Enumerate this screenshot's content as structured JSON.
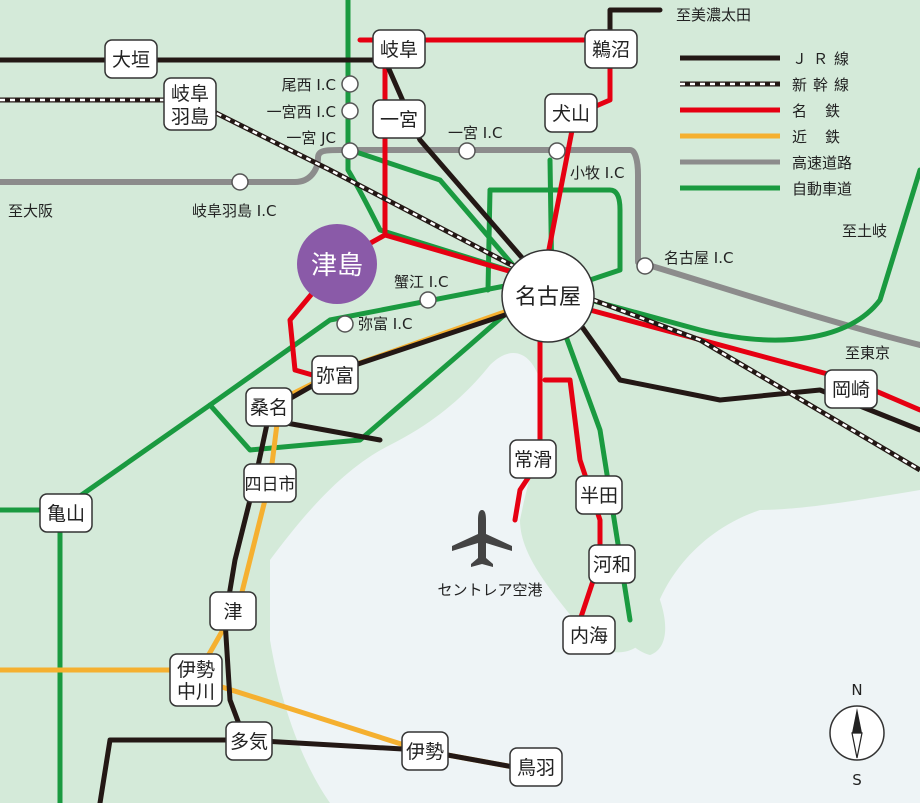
{
  "colors": {
    "land": "#d4ead9",
    "sea": "#eef4f6",
    "jr": "#231815",
    "meitetsu": "#e60012",
    "kintetsu": "#f5b030",
    "expressway": "#8c8c8c",
    "highway": "#1a9a40",
    "highlight": "#8a5aa8"
  },
  "legend": {
    "jr": "ＪＲ線",
    "shinkansen": "新幹線",
    "meitetsu": "名鉄",
    "kintetsu": "近鉄",
    "expressway": "高速道路",
    "highway": "自動車道"
  },
  "stations": {
    "ogaki": "大垣",
    "gifu_hashima": "岐阜\n羽島",
    "gifu": "岐阜",
    "kasamatsu": "鵜沼",
    "ichinomiya": "一宮",
    "inuyama": "犬山",
    "tsushima": "津島",
    "nagoya": "名古屋",
    "yatomi": "弥富",
    "kuwana": "桑名",
    "yokkaichi": "四日市",
    "kameyama": "亀山",
    "tsu": "津",
    "ise_nakagawa": "伊勢\n中川",
    "taki": "多気",
    "ise": "伊勢",
    "toba": "鳥羽",
    "tokoname": "常滑",
    "handa": "半田",
    "kowa": "河和",
    "utsumi": "内海",
    "okazaki": "岡崎"
  },
  "labels": {
    "to_minokamo": "至美濃太田",
    "to_osaka": "至大阪",
    "to_toki": "至土岐",
    "to_tokyo": "至東京",
    "bisai_ic": "尾西 I.C",
    "ichinomiya_nishi_ic": "一宮西 I.C",
    "ichinomiya_jc": "一宮 JC",
    "ichinomiya_ic": "一宮 I.C",
    "komaki_ic": "小牧 I.C",
    "gifu_hashima_ic": "岐阜羽島 I.C",
    "kanie_ic": "蟹江 I.C",
    "yatomi_ic": "弥富 I.C",
    "nagoya_ic": "名古屋 I.C",
    "centrair": "セントレア空港",
    "compass_n": "N",
    "compass_s": "S"
  },
  "icons": {
    "airport": "airplane-icon",
    "compass": "compass-icon"
  }
}
